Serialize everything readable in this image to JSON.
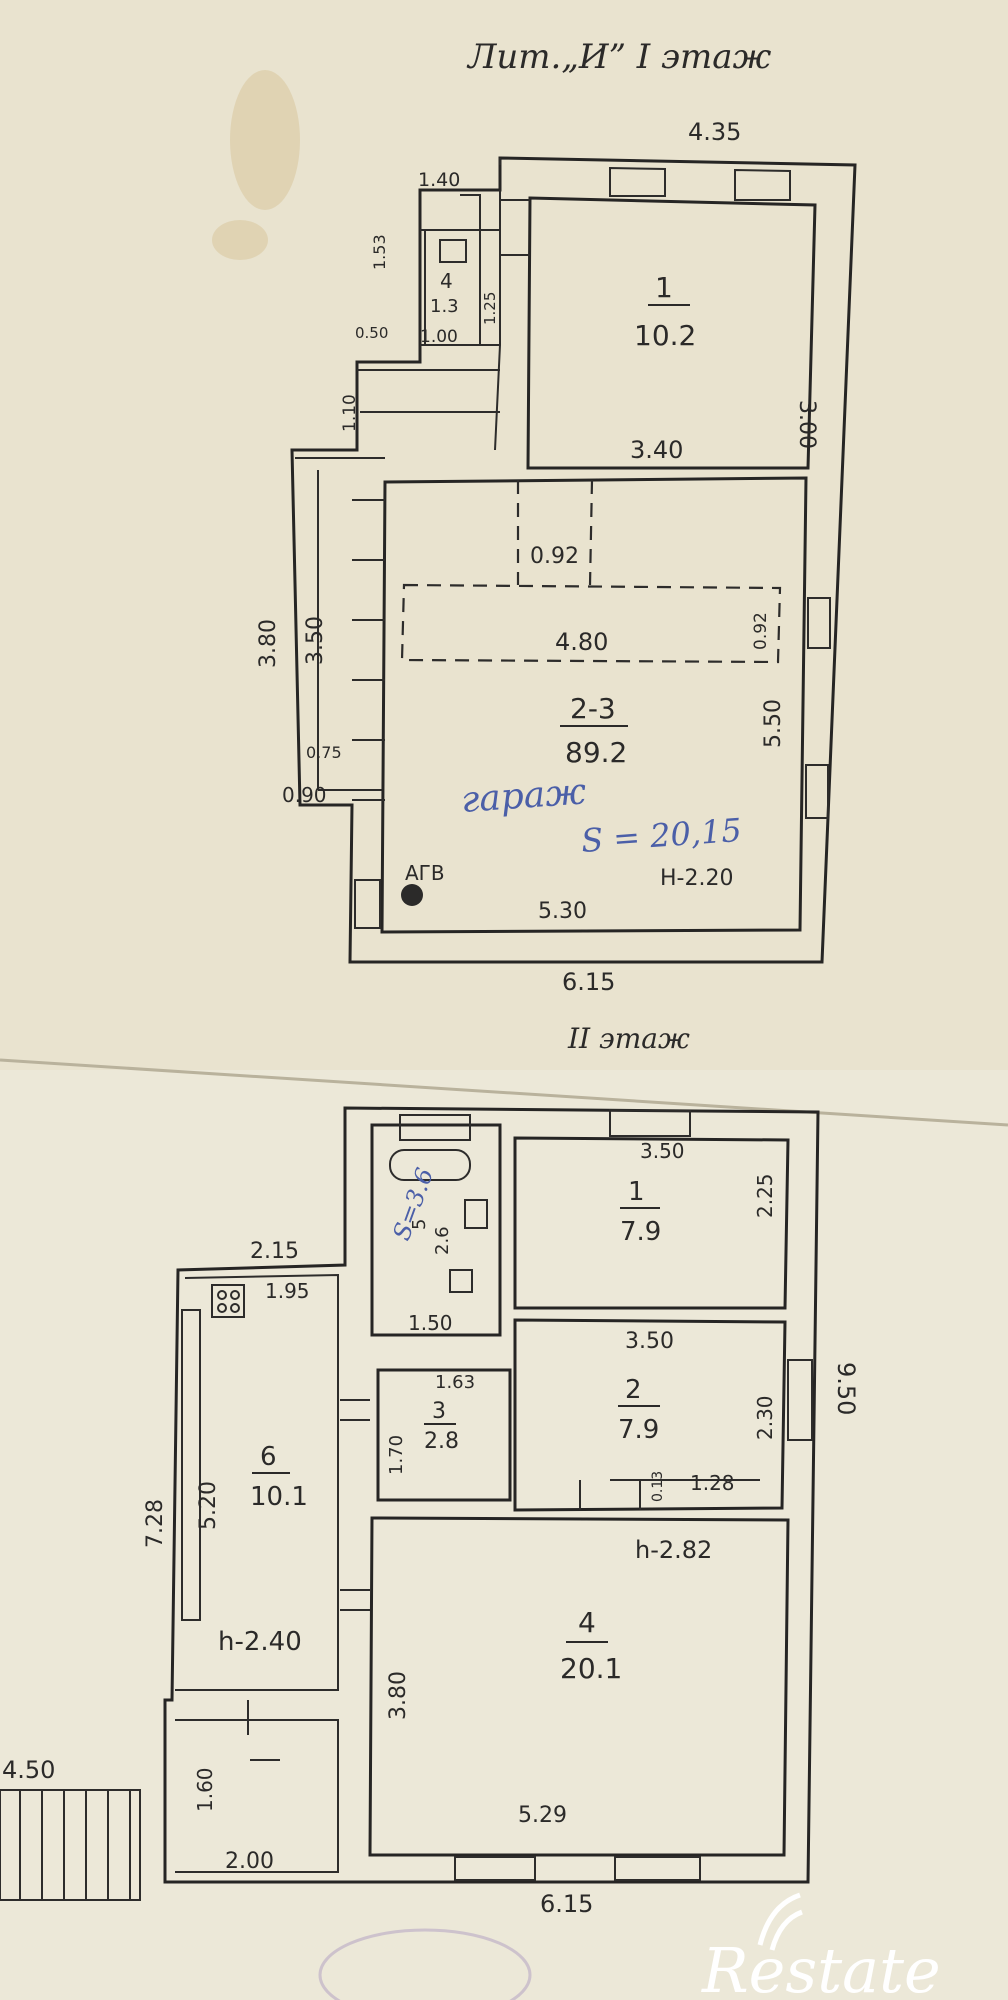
{
  "floor1": {
    "heading": "Лит.„И” I этаж",
    "dims": {
      "top": "4.35",
      "d140": "1.40",
      "d153": "1.53",
      "d125": "1.25",
      "d050": "0.50",
      "d100": "1.00",
      "d110": "1.10",
      "r1_right": "3.00",
      "r1_bottom": "3.40",
      "d092a": "0.92",
      "d092b": "0.92",
      "d480": "4.80",
      "d380": "3.80",
      "d350": "3.50",
      "d075": "0.75",
      "d090": "0.90",
      "d550": "5.50",
      "d530": "5.30",
      "bottom": "6.15"
    },
    "rooms": [
      {
        "num": "1",
        "area": "10.2"
      },
      {
        "num": "2-3",
        "area": "89.2"
      },
      {
        "num": "4",
        "area": "1.3"
      }
    ],
    "height": "H-2.20",
    "boiler": "АГВ",
    "note_word": "гараж",
    "note_area": "S = 20,15"
  },
  "floor2": {
    "heading": "II этаж",
    "dims": {
      "d350a": "3.50",
      "d225": "2.25",
      "d215": "2.15",
      "d195": "1.95",
      "d150": "1.50",
      "d163": "1.63",
      "d350b": "3.50",
      "d230": "2.30",
      "d950": "9.50",
      "d170": "1.70",
      "d013": "0.13",
      "d128": "1.28",
      "d728": "7.28",
      "d520": "5.20",
      "d380": "3.80",
      "d529": "5.29",
      "d160": "1.60",
      "d200": "2.00",
      "bottom": "6.15",
      "left": "4.50"
    },
    "rooms": [
      {
        "num": "1",
        "area": "7.9"
      },
      {
        "num": "2",
        "area": "7.9"
      },
      {
        "num": "3",
        "area": "2.8"
      },
      {
        "num": "4",
        "area": "20.1"
      },
      {
        "num": "5",
        "area": "2.6"
      },
      {
        "num": "6",
        "area": "10.1"
      }
    ],
    "bath_note": "S=3.6",
    "height_left": "h-2.40",
    "height_right": "h-2.82"
  },
  "watermark": "Restate",
  "colors": {
    "paper": "#e9e3cf",
    "ink": "#2b2a29",
    "blue_ink": "#4b5fa8"
  }
}
